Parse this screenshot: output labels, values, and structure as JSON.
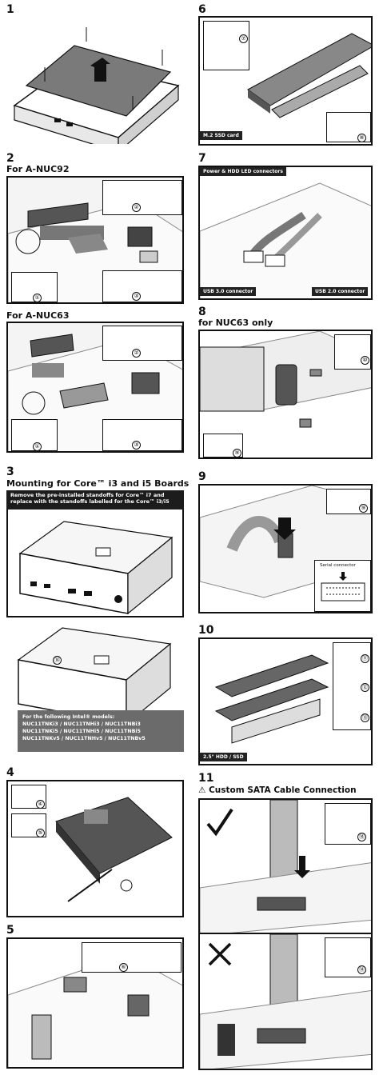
{
  "steps": {
    "s1": {
      "num": "1"
    },
    "s2": {
      "num": "2",
      "heading": "For A-NUC92",
      "heading2": "For A-NUC63",
      "callouts": [
        "①",
        "②",
        "③",
        "①",
        "②",
        "③"
      ]
    },
    "s3": {
      "num": "3",
      "heading": "Mounting for Core™ i3 and i5 Boards",
      "banner": "Remove the pre-installed standoffs for Core™ i7 and replace with the standoffs labelled for the Core™ i3/i5",
      "callout": "⑭",
      "note_title": "For the following Intel® models:",
      "note_lines": [
        "NUC11TNKi3 / NUC11TNHi3 / NUC11TNBi3",
        "NUC11TNKi5 / NUC11TNHi5 / NUC11TNBi5",
        "NUC11TNKv5 / NUC11TNHv5 / NUC11TNBv5"
      ]
    },
    "s4": {
      "num": "4",
      "callouts": [
        "④",
        "⑤"
      ]
    },
    "s5": {
      "num": "5",
      "callouts": [
        "⑥"
      ]
    },
    "s6": {
      "num": "6",
      "label": "M.2 SSD card",
      "callouts": [
        "⑦",
        "⑧"
      ]
    },
    "s7": {
      "num": "7",
      "label_top": "Power & HDD LED connectors",
      "label_left": "USB 3.0 connector",
      "label_right": "USB 2.0 connector"
    },
    "s8": {
      "num": "8",
      "heading": "for NUC63 only",
      "callouts": [
        "⑩",
        "⑨"
      ]
    },
    "s9": {
      "num": "9",
      "callouts": [
        "⑨"
      ],
      "serial": "Serial connector"
    },
    "s10": {
      "num": "10",
      "label": "2.5\" HDD / SSD",
      "callouts": [
        "⑪",
        "⑫",
        "⑬"
      ]
    },
    "s11": {
      "num": "11",
      "heading": "Custom SATA Cable Connection",
      "callouts": [
        "⑭",
        "⑭"
      ]
    }
  }
}
